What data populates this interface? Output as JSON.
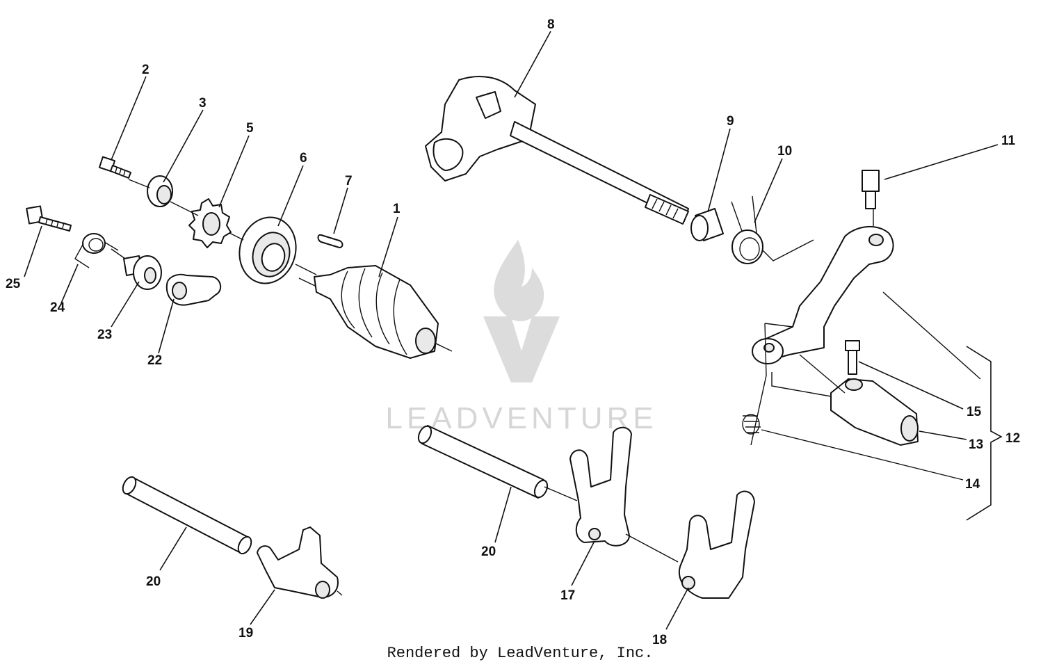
{
  "diagram": {
    "callouts": {
      "c1": "1",
      "c2": "2",
      "c3": "3",
      "c5": "5",
      "c6": "6",
      "c7": "7",
      "c8": "8",
      "c9": "9",
      "c10": "10",
      "c11": "11",
      "c12": "12",
      "c13": "13",
      "c14": "14",
      "c15": "15",
      "c17": "17",
      "c18": "18",
      "c19": "19",
      "c20a": "20",
      "c20b": "20",
      "c22": "22",
      "c23": "23",
      "c24": "24",
      "c25": "25"
    }
  },
  "watermark": {
    "text": "LEADVENTURE"
  },
  "footer": {
    "text": "Rendered by LeadVenture, Inc."
  },
  "colors": {
    "ink": "#111111",
    "watermark": "#d6d6d6",
    "background": "#ffffff"
  }
}
